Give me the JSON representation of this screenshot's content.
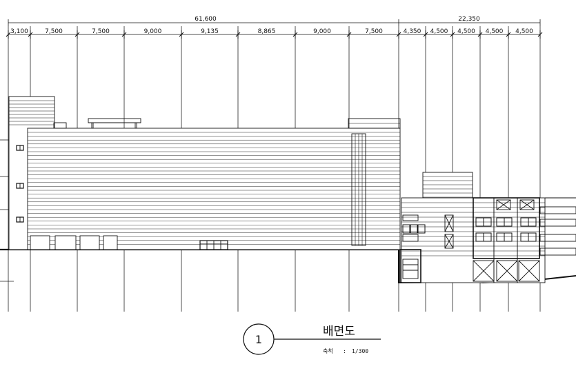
{
  "drawing": {
    "overall_dims": [
      "61,600",
      "22,350"
    ],
    "bay_dims": [
      "3,100",
      "7,500",
      "7,500",
      "9,000",
      "9,135",
      "8,865",
      "9,000",
      "7,500",
      "4,350",
      "4,500",
      "4,500",
      "4,500",
      "4,500"
    ],
    "title": "배면도",
    "number": "1",
    "scale_label": "축척",
    "scale_sep": ":",
    "scale_value": "1/300"
  }
}
